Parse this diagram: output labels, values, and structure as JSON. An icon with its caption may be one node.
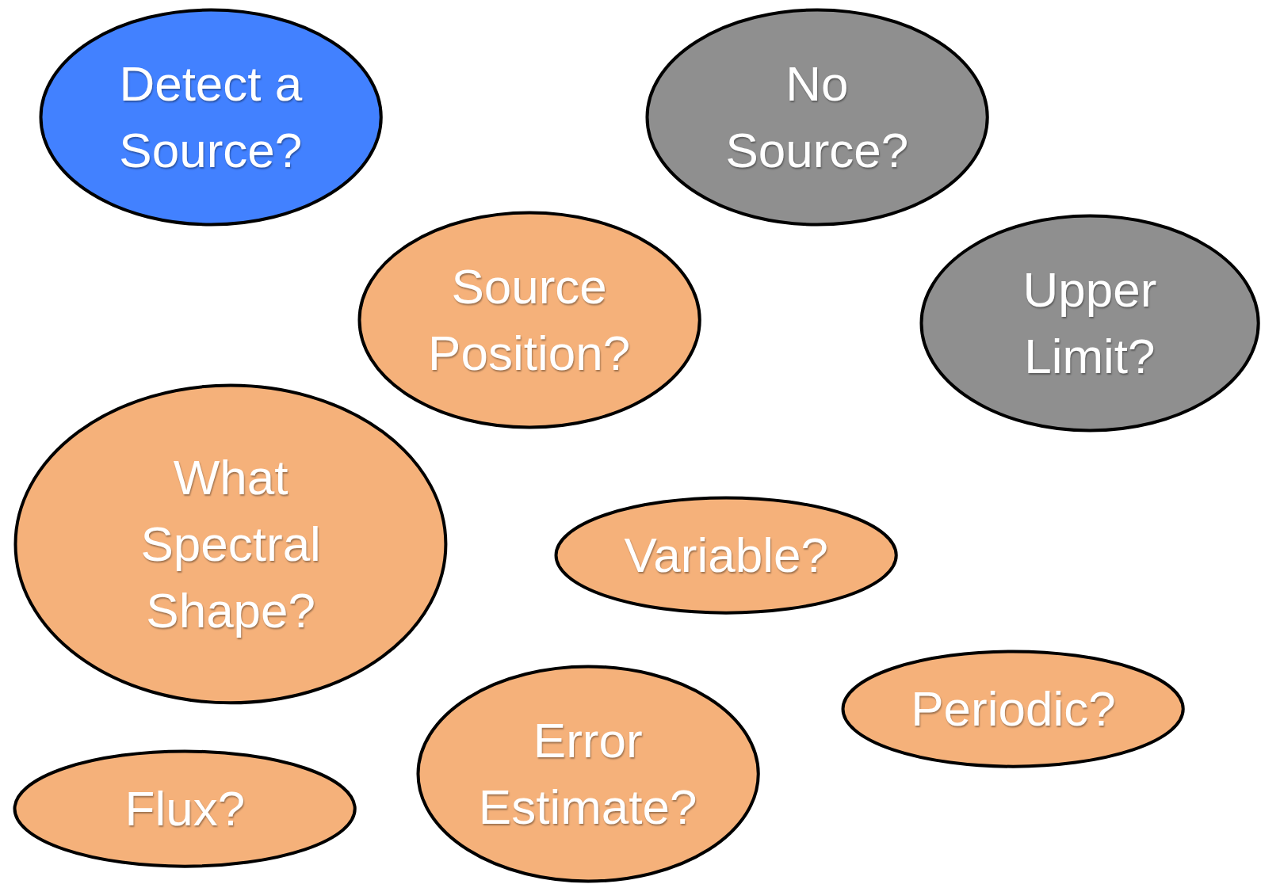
{
  "diagram": {
    "nodes": [
      {
        "text": [
          "Detect a Source?"
        ]
      },
      {
        "text": [
          "No Source?"
        ]
      },
      {
        "text": [
          "Source Position?"
        ]
      },
      {
        "text": [
          "Upper Limit?"
        ]
      },
      {
        "text": [
          "What Spectral Shape?"
        ]
      },
      {
        "text": [
          "Variable?"
        ]
      },
      {
        "text": [
          "Periodic?"
        ]
      },
      {
        "text": [
          "Error Estimate?"
        ]
      },
      {
        "text": [
          "Flux?"
        ]
      }
    ]
  }
}
